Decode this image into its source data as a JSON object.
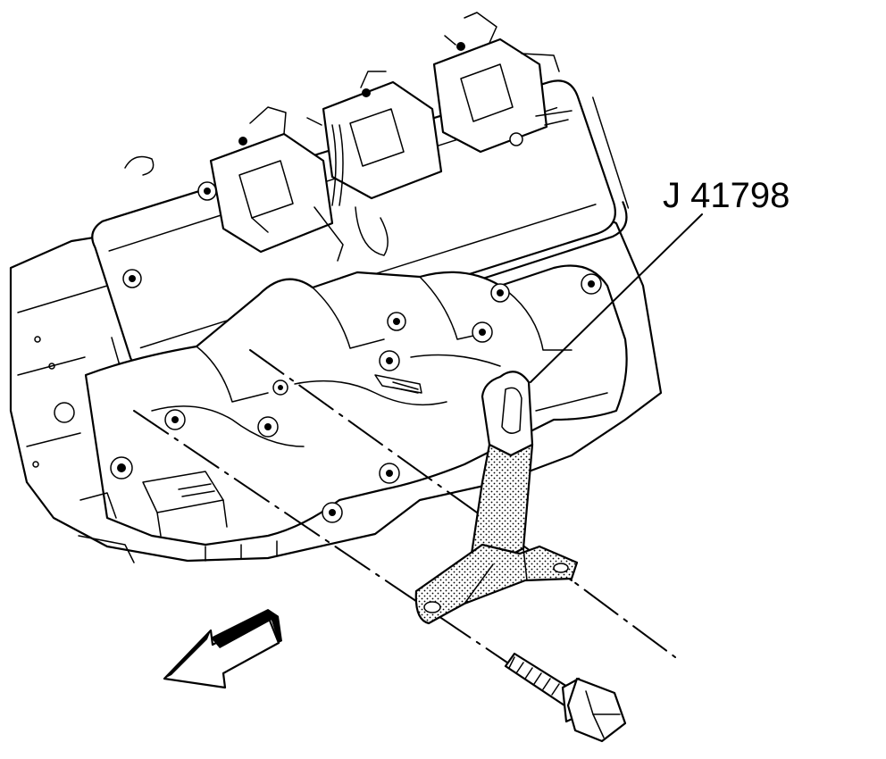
{
  "callouts": [
    {
      "label": "J 41798"
    }
  ],
  "icons": {
    "engine": "engine-cylinder-head-illustration",
    "tool": "j41798-bracket-tool",
    "bolt": "hex-flange-bolt",
    "arrow": "front-direction-arrow"
  }
}
